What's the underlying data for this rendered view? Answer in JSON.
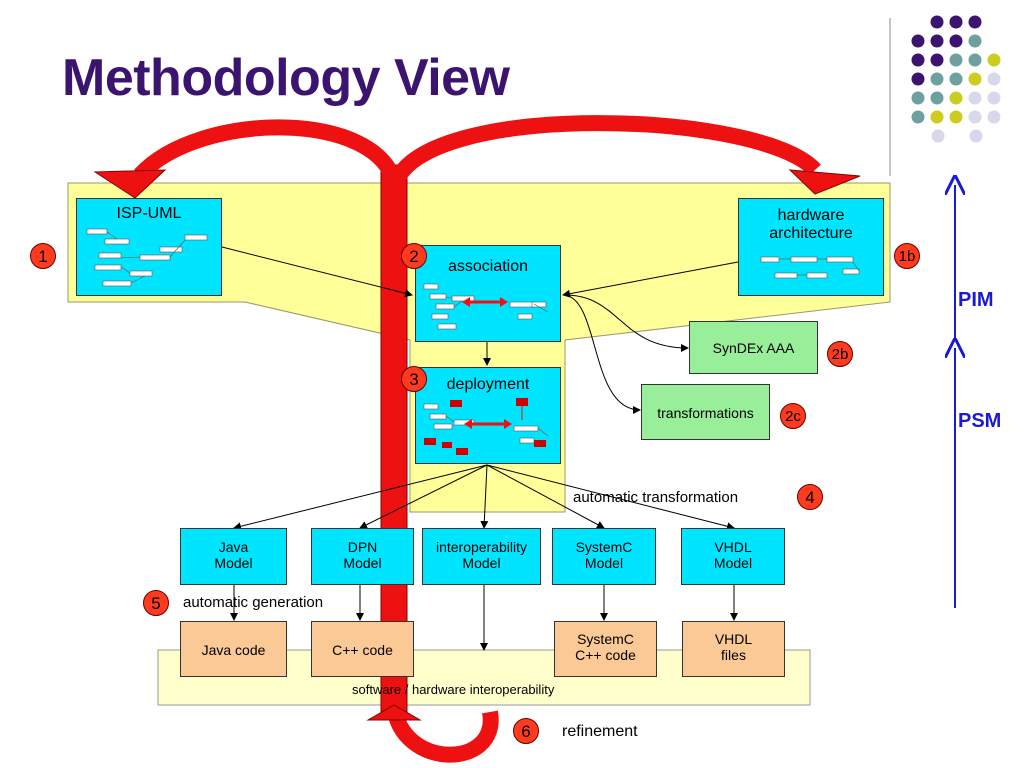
{
  "title": "Methodology View",
  "boxes": {
    "isp_uml": "ISP-UML",
    "hw_arch_line1": "hardware",
    "hw_arch_line2": "architecture",
    "association": "association",
    "deployment": "deployment",
    "syndex": "SynDEx AAA",
    "transformations": "transformations",
    "java_model_1": "Java",
    "java_model_2": "Model",
    "dpn_model_1": "DPN",
    "dpn_model_2": "Model",
    "interop_model_1": "interoperability",
    "interop_model_2": "Model",
    "systemc_model_1": "SystemC",
    "systemc_model_2": "Model",
    "vhdl_model_1": "VHDL",
    "vhdl_model_2": "Model",
    "java_code": "Java code",
    "cpp_code": "C++ code",
    "systemc_code_1": "SystemC",
    "systemc_code_2": "C++ code",
    "vhdl_files_1": "VHDL",
    "vhdl_files_2": "files",
    "interop_band": "software / hardware interoperability"
  },
  "labels": {
    "auto_transformation": "automatic transformation",
    "auto_generation": "automatic generation",
    "refinement": "refinement",
    "pim": "PIM",
    "psm": "PSM"
  },
  "badges": {
    "b1": "1",
    "b1b": "1b",
    "b2": "2",
    "b2b": "2b",
    "b2c": "2c",
    "b3": "3",
    "b4": "4",
    "b5": "5",
    "b6": "6"
  },
  "colors": {
    "title": "#3b1470",
    "model_box": "#00e5ff",
    "tool_box": "#99ee99",
    "code_box": "#fbc995",
    "panel": "#ffff99",
    "band": "#ffffcc",
    "arrow_red": "#ee1111",
    "badge": "#ff3b1f",
    "pim_psm": "#1a1ad6",
    "dot_purple": "#3b1470",
    "dot_teal": "#6fa0a0",
    "dot_olive": "#cccc22",
    "dot_lavender": "#d8d8ea"
  }
}
